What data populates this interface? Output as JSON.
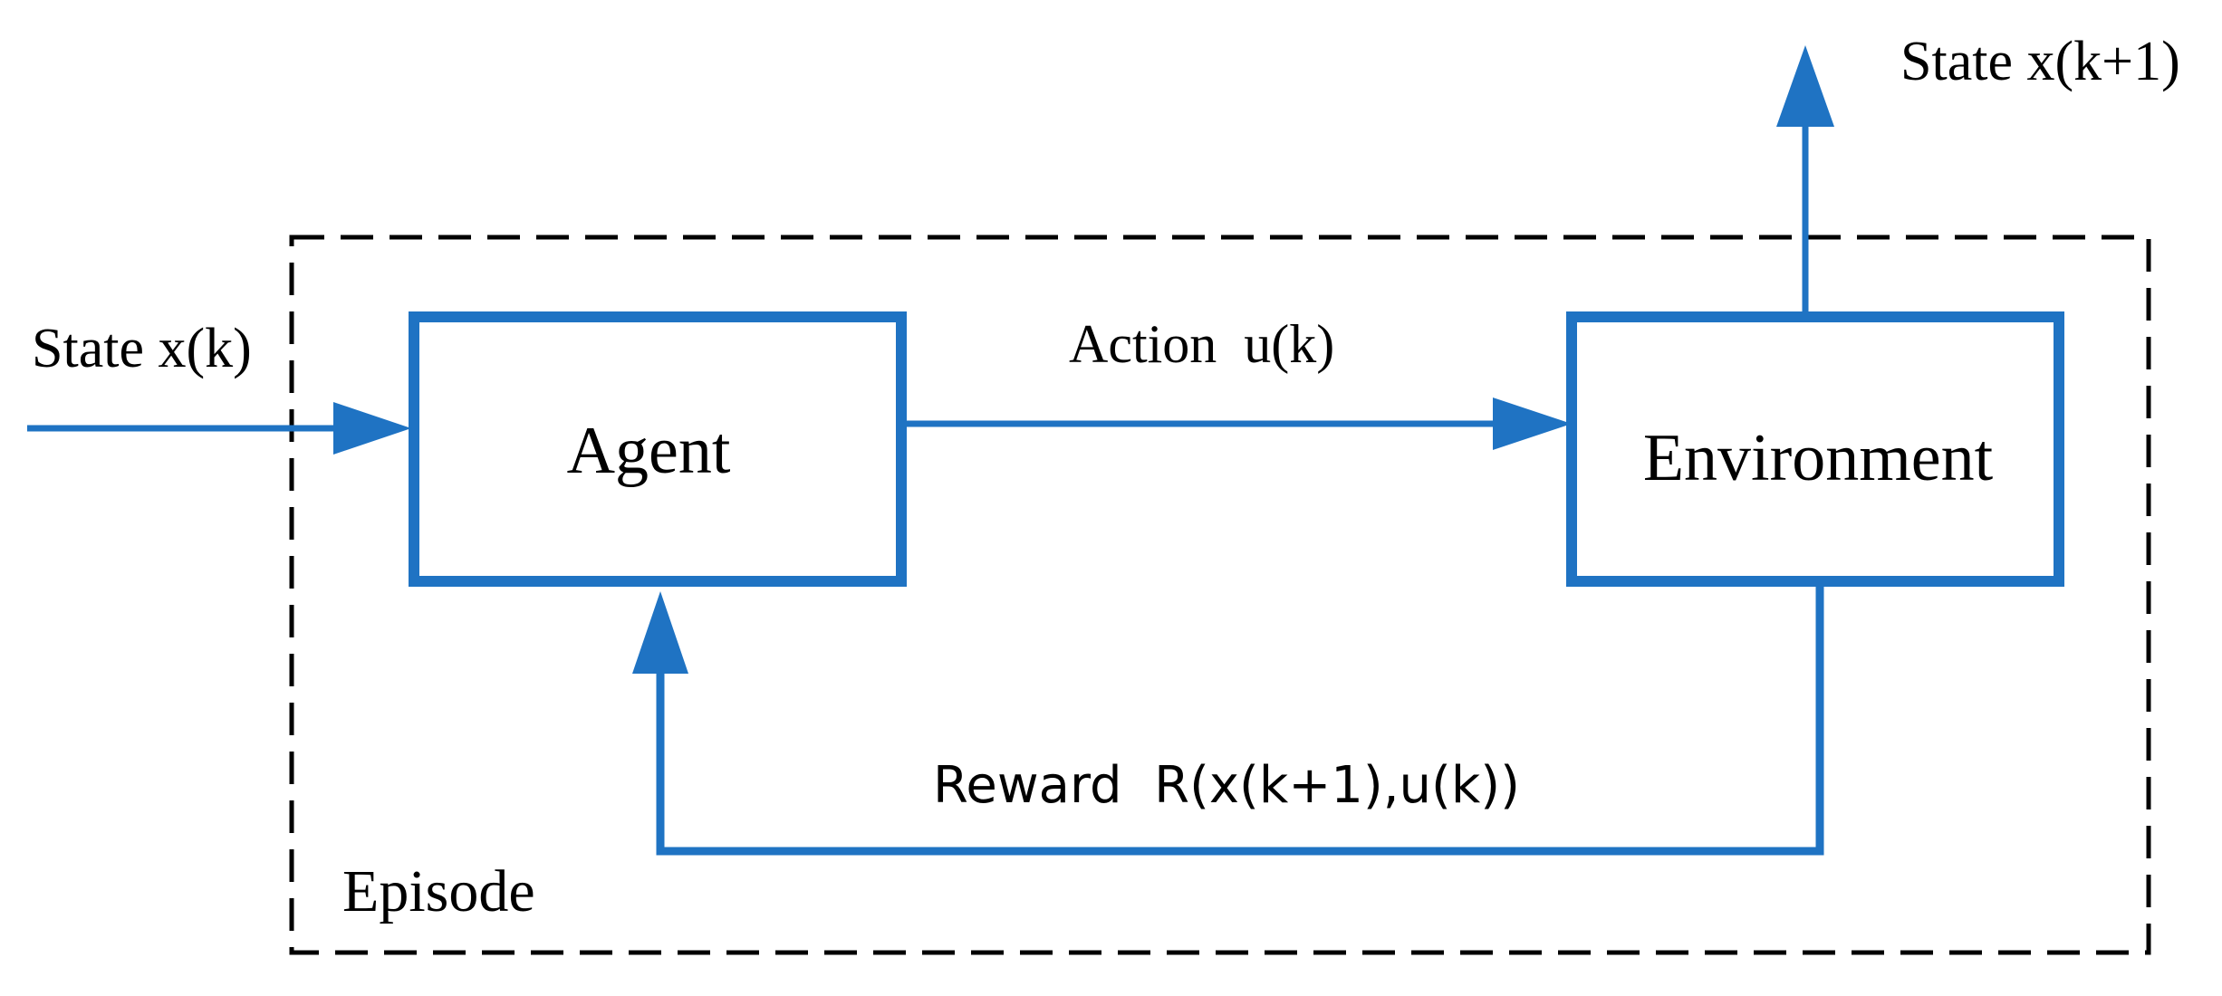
{
  "diagram": {
    "colors": {
      "accent": "#1f73c3",
      "frame": "#000000",
      "text": "#000000",
      "background": "#ffffff"
    },
    "episode": {
      "label": "Episode"
    },
    "nodes": {
      "agent": {
        "label": "Agent"
      },
      "environment": {
        "label": "Environment"
      }
    },
    "edges": {
      "input_state": {
        "label": "State x(k)"
      },
      "action": {
        "label": "Action  u(k)"
      },
      "reward": {
        "label": "Reward  R(x(k+1),u(k))"
      },
      "output_state": {
        "label": "State x(k+1)"
      }
    }
  }
}
